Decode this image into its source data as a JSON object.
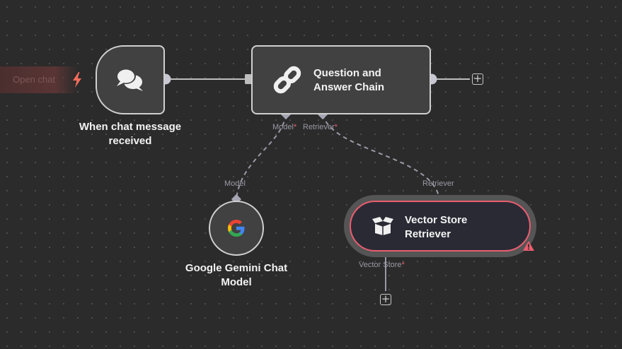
{
  "open_chat": {
    "label": "Open chat"
  },
  "nodes": {
    "trigger": {
      "label": "When chat message received",
      "label_line1": "When chat message",
      "label_line2": "received",
      "icon": "chat-bubbles-icon"
    },
    "qa_chain": {
      "title_line1": "Question and",
      "title_line2": "Answer Chain",
      "icon": "link-icon"
    },
    "gemini": {
      "label_line1": "Google Gemini Chat",
      "label_line2": "Model",
      "icon": "google-icon"
    },
    "vector_store_retriever": {
      "title_line1": "Vector Store",
      "title_line2": "Retriever",
      "icon": "box-icon",
      "status": "warning"
    }
  },
  "ports": {
    "qa_model": "Model",
    "qa_retriever": "Retriever",
    "gemini_model": "Model",
    "vs_retriever": "Retriever",
    "vs_vector_store": "Vector Store",
    "required_marker": "*"
  },
  "colors": {
    "canvas": "#2b2b2b",
    "node_fill": "#414141",
    "node_border": "#d0d0d0",
    "error": "#ea5d6f",
    "trigger_accent": "#ff6d5a"
  }
}
